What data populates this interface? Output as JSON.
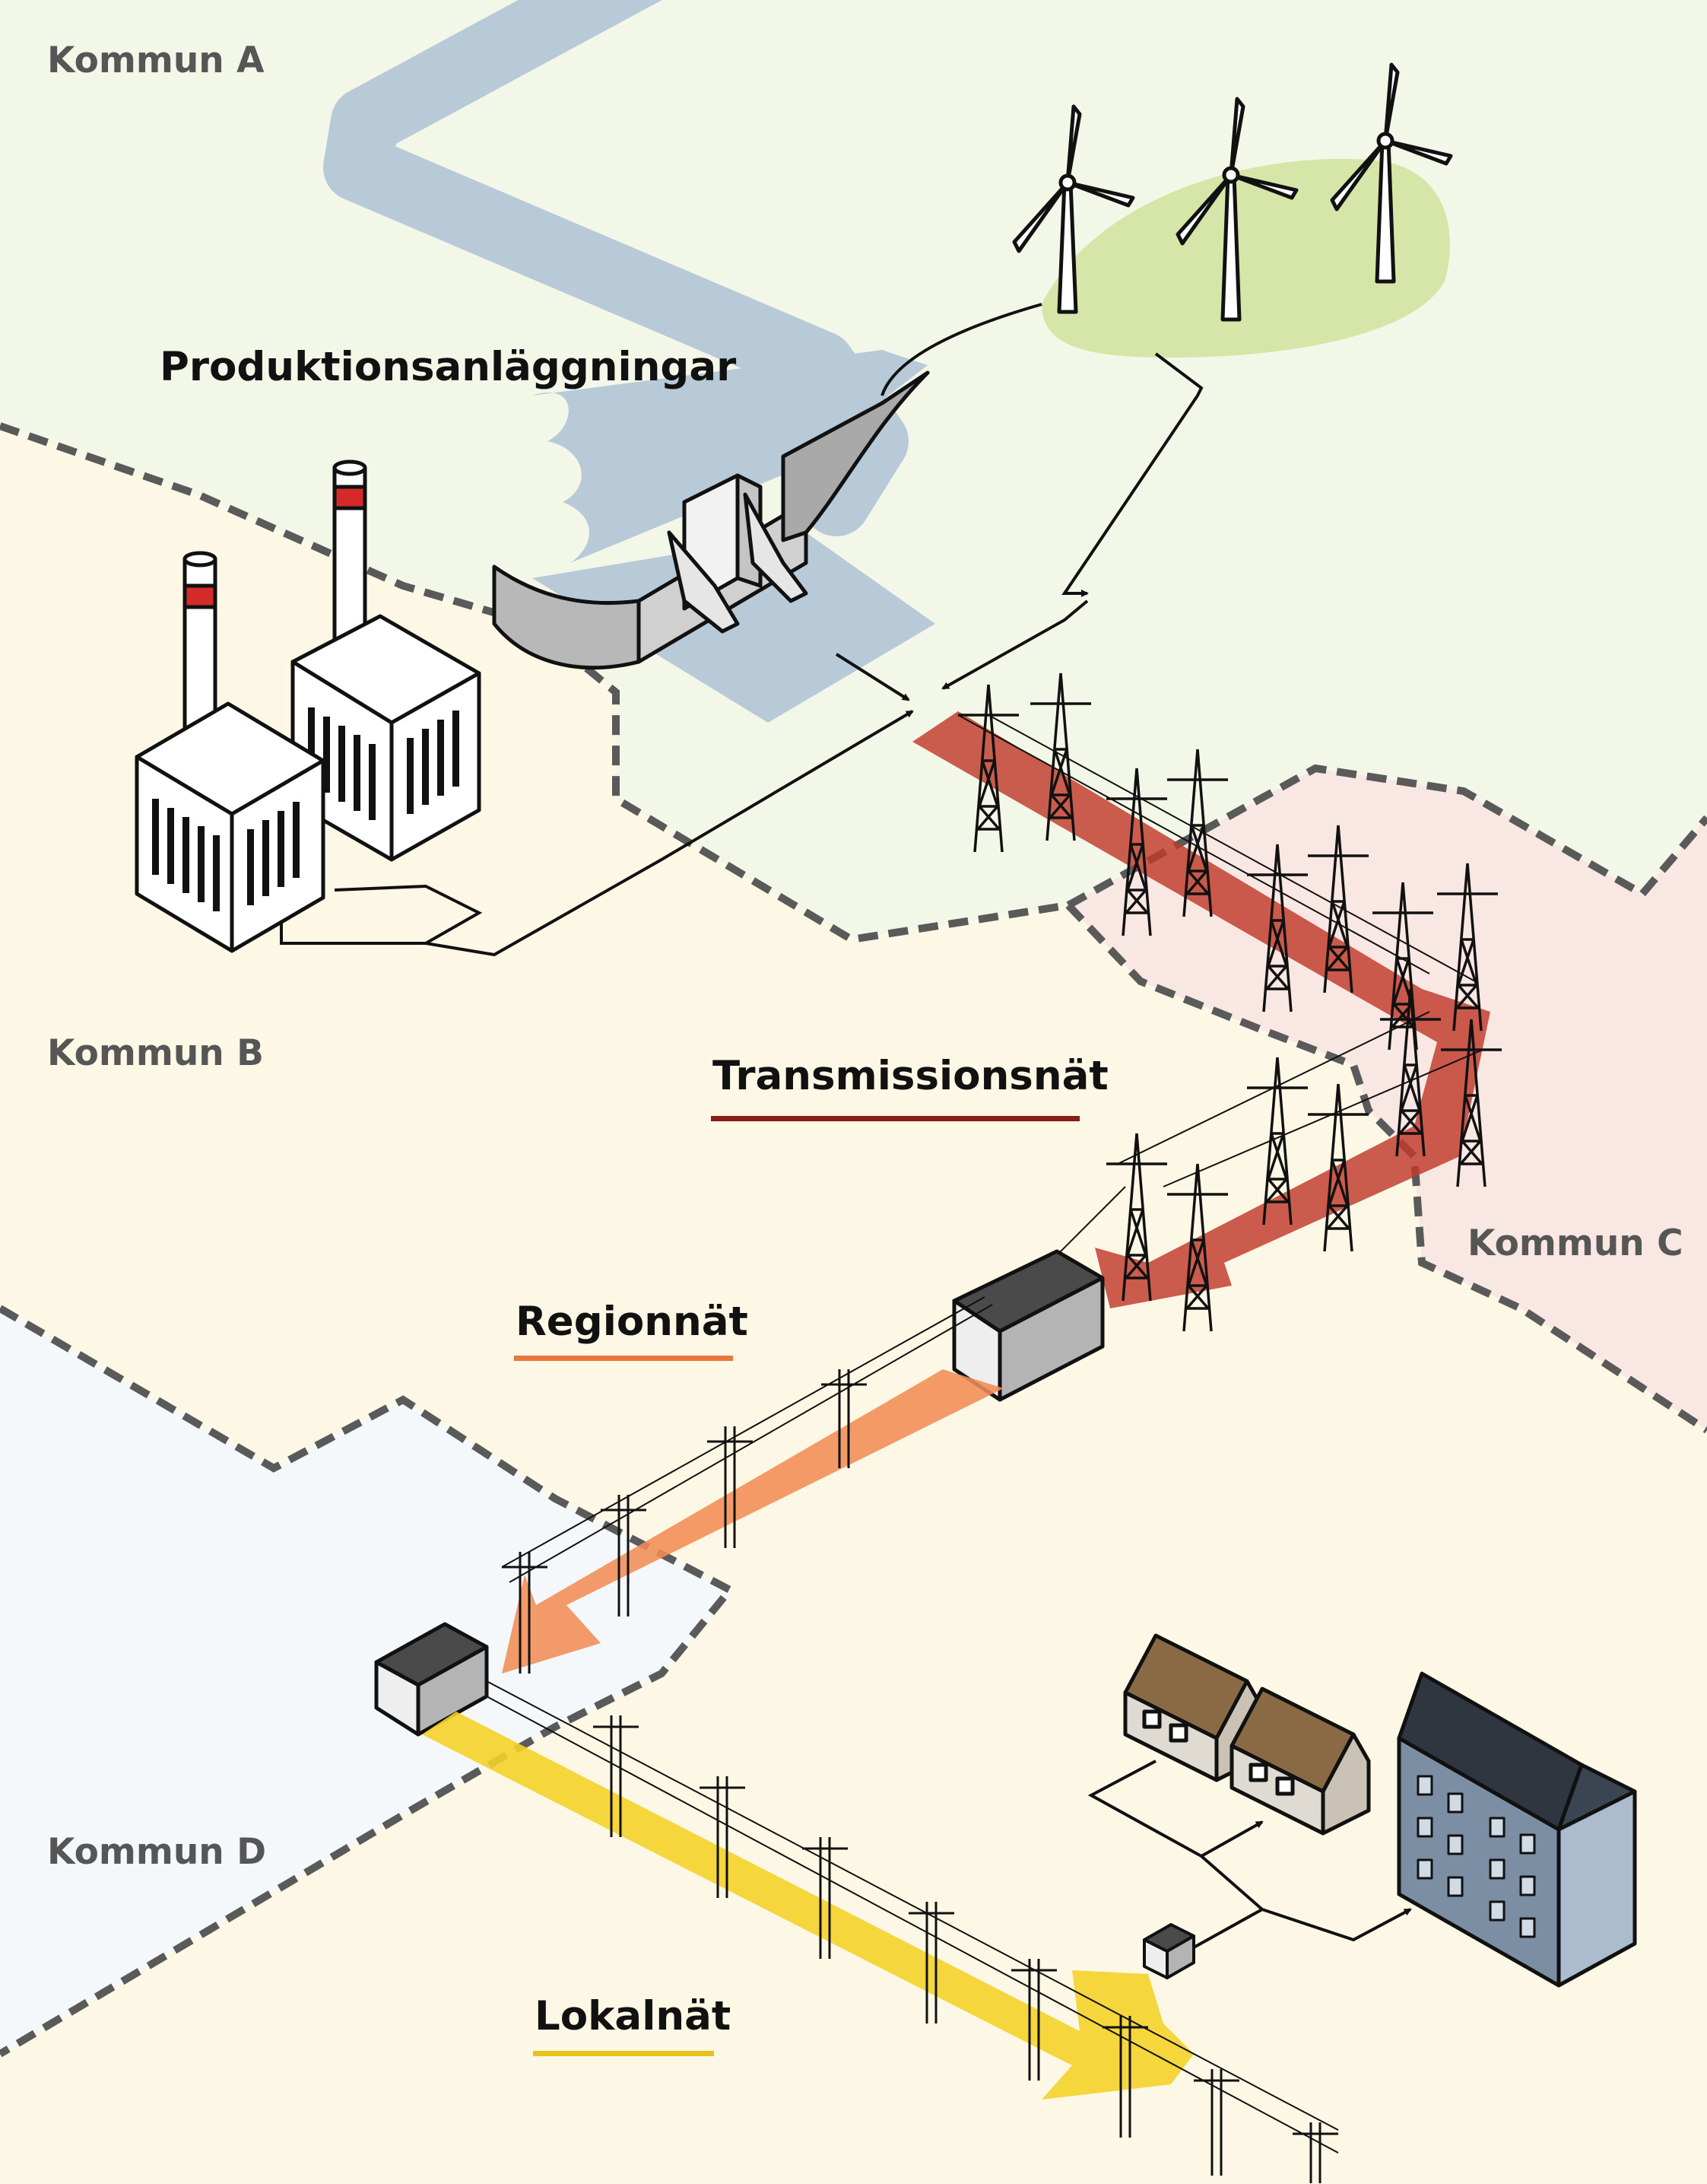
{
  "municipalities": {
    "a": "Kommun A",
    "b": "Kommun B",
    "c": "Kommun C",
    "d": "Kommun D"
  },
  "labels": {
    "production": "Produktionsanläggningar",
    "transmission": "Transmissionsnät",
    "regional": "Regionnät",
    "local": "Lokalnät"
  },
  "colors": {
    "region_a": "#f3f7e7",
    "region_b": "#fdf8e6",
    "region_c": "#f9e7e3",
    "region_d": "#f4f8fb",
    "water": "#b8cad8",
    "wind_hill": "#d6e5a8",
    "transmission": "#c0392b",
    "transmission_underline": "#8b1a1a",
    "regional": "#f28c55",
    "regional_underline": "#e8773a",
    "local": "#f5d22a",
    "local_underline": "#e8c21a",
    "border": "#5a5a5a",
    "chimney_band": "#d42a2a"
  }
}
